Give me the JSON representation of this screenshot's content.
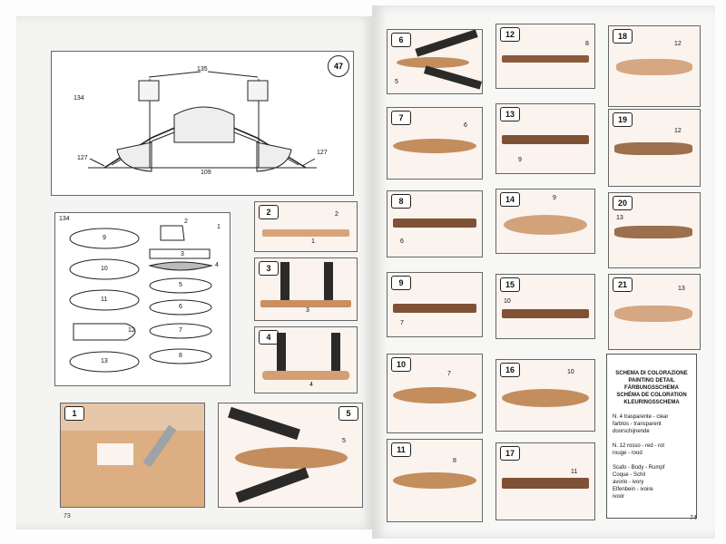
{
  "left_page": {
    "page_number": "73",
    "figure_47": {
      "badge": "47",
      "callouts": [
        "135",
        "134",
        "127",
        "127",
        "109"
      ]
    },
    "parts_sheet": {
      "title": "134",
      "part_numbers": [
        "2",
        "1",
        "3",
        "9",
        "10",
        "4",
        "5",
        "11",
        "6",
        "12",
        "7",
        "13",
        "8"
      ]
    },
    "steps": [
      {
        "num": "1",
        "callouts": []
      },
      {
        "num": "2",
        "callouts": [
          "2",
          "1"
        ]
      },
      {
        "num": "3",
        "callouts": [
          "3"
        ]
      },
      {
        "num": "4",
        "callouts": [
          "4"
        ]
      },
      {
        "num": "5",
        "callouts": [
          "5"
        ]
      }
    ]
  },
  "right_page": {
    "page_number": "74",
    "steps": [
      {
        "num": "6",
        "callouts": [
          "5"
        ]
      },
      {
        "num": "12",
        "callouts": [
          "8"
        ]
      },
      {
        "num": "18",
        "callouts": [
          "12"
        ]
      },
      {
        "num": "7",
        "callouts": [
          "6"
        ]
      },
      {
        "num": "13",
        "callouts": [
          "9"
        ]
      },
      {
        "num": "19",
        "callouts": [
          "12"
        ]
      },
      {
        "num": "8",
        "callouts": [
          "6"
        ]
      },
      {
        "num": "14",
        "callouts": [
          "9"
        ]
      },
      {
        "num": "20",
        "callouts": [
          "13"
        ]
      },
      {
        "num": "9",
        "callouts": [
          "7"
        ]
      },
      {
        "num": "15",
        "callouts": [
          "10"
        ]
      },
      {
        "num": "21",
        "callouts": [
          "13"
        ]
      },
      {
        "num": "10",
        "callouts": [
          "7"
        ]
      },
      {
        "num": "16",
        "callouts": [
          "10"
        ]
      },
      {
        "num": "11",
        "callouts": [
          "8"
        ]
      },
      {
        "num": "17",
        "callouts": [
          "11"
        ]
      }
    ],
    "color_scheme": {
      "titles": [
        "SCHEMA DI COLORAZIONE",
        "PAINTING DETAIL",
        "FÄRBUNGSSCHEMA",
        "SCHÉMA DE COLORATION",
        "KLEURINGSSCHEMA"
      ],
      "entries": [
        "N. 4 trasparente - clear",
        "farblos - transparent",
        "doorschijnende",
        "N. 12 rosso - red - rot",
        "rouge - rood",
        "Scafo - Body - Rumpf",
        "Coque - Schil",
        "avorio - ivory",
        "Elfenbein - ivoire",
        "ivoor"
      ]
    }
  }
}
